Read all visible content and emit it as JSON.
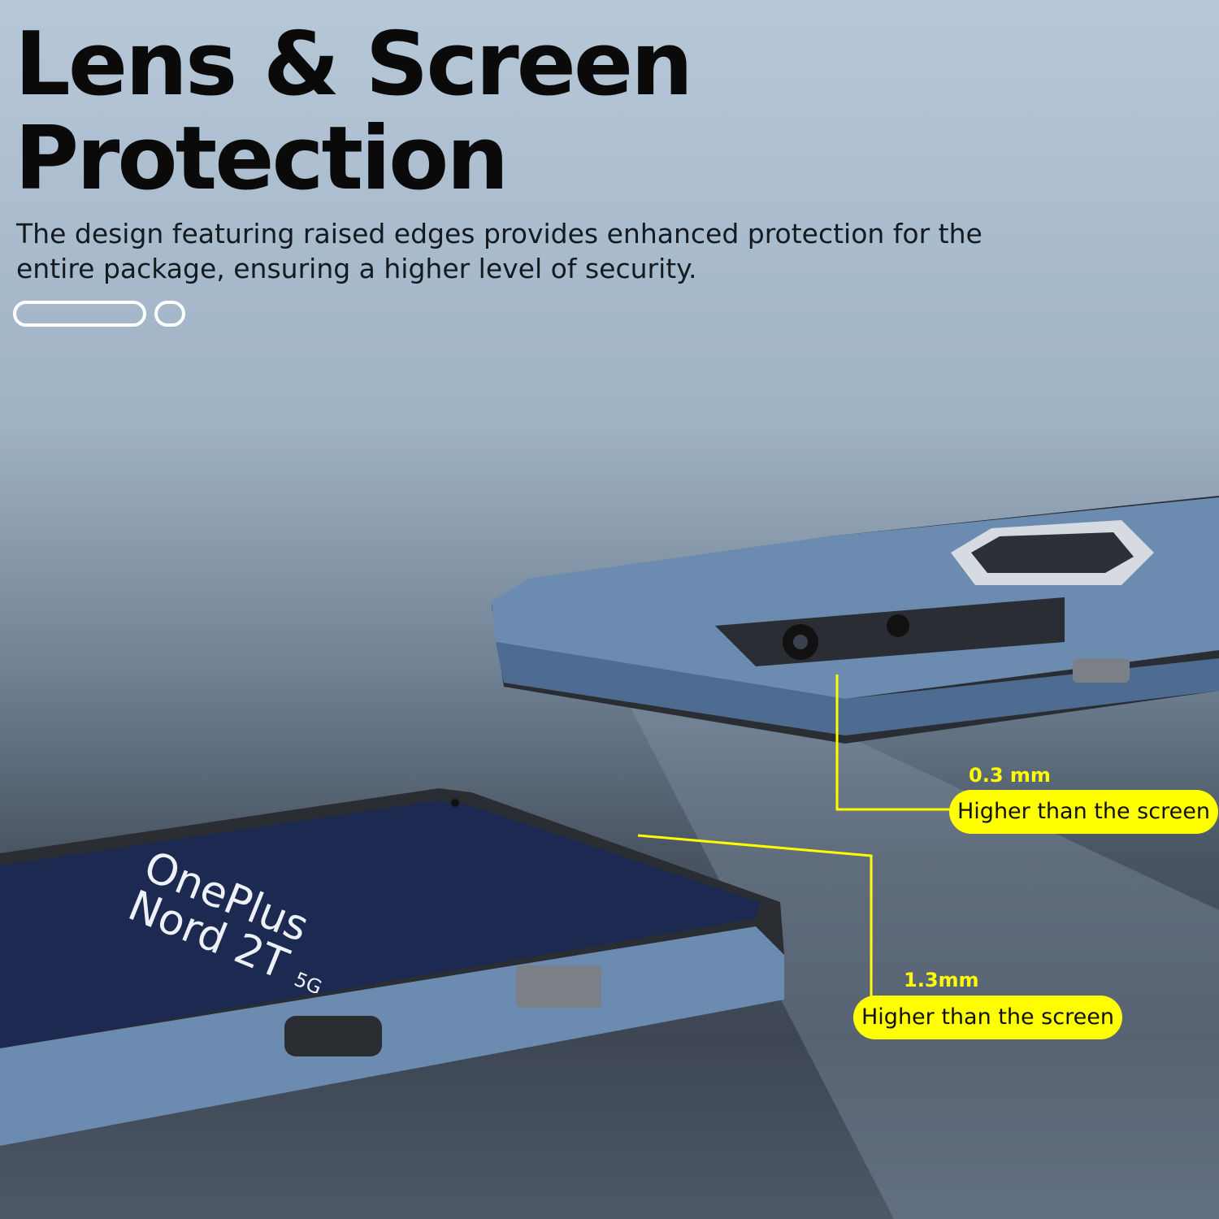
{
  "headline": {
    "line1": "Lens & Screen",
    "line2": "Protection"
  },
  "description": "The design featuring raised edges provides enhanced protection for the entire package, ensuring a higher level of security.",
  "callouts": [
    {
      "measurement": "0.3 mm",
      "label": "Higher than the screen"
    },
    {
      "measurement": "1.3mm",
      "label": "Higher than the screen"
    }
  ],
  "phone_screen": {
    "brand": "OnePlus",
    "model": "Nord 2T",
    "suffix": "5G"
  },
  "colors": {
    "accent": "#ffff00",
    "case": "#6f8cb0",
    "bumper": "#2a2d31"
  }
}
